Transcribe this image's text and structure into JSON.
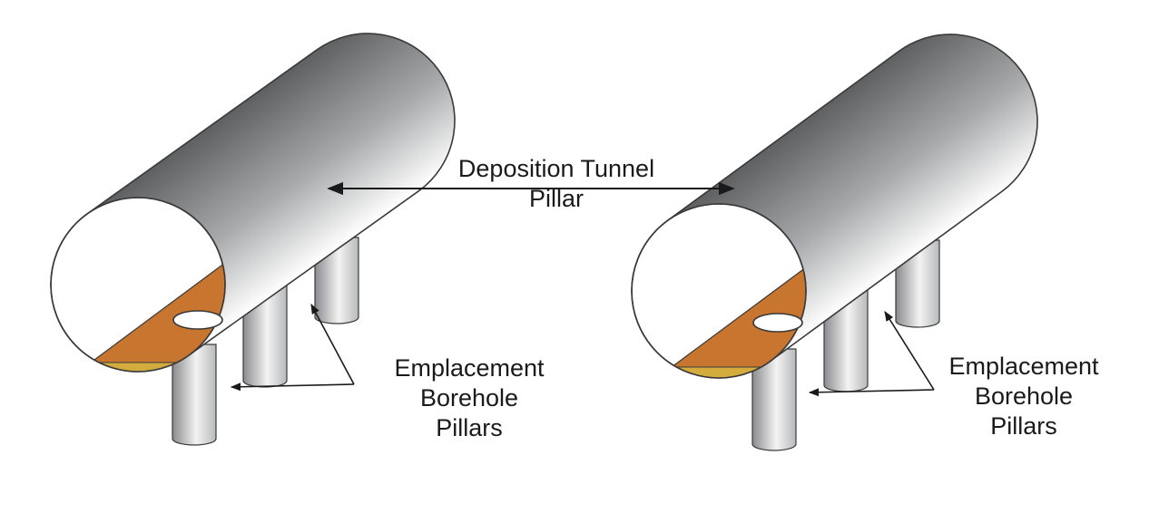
{
  "labels": {
    "tunnel_line1": "Deposition Tunnel",
    "tunnel_line2": "Pillar",
    "left_line1": "Emplacement",
    "left_line2": "Borehole",
    "left_line3": "Pillars",
    "right_line1": "Emplacement",
    "right_line2": "Borehole",
    "right_line3": "Pillars"
  },
  "colors": {
    "tunnel_dark": "#5f6062",
    "tunnel_light": "#ffffff",
    "floor": "#c8762f",
    "floor_fill": "#d4ac3d",
    "outline": "#3a3a3a"
  }
}
